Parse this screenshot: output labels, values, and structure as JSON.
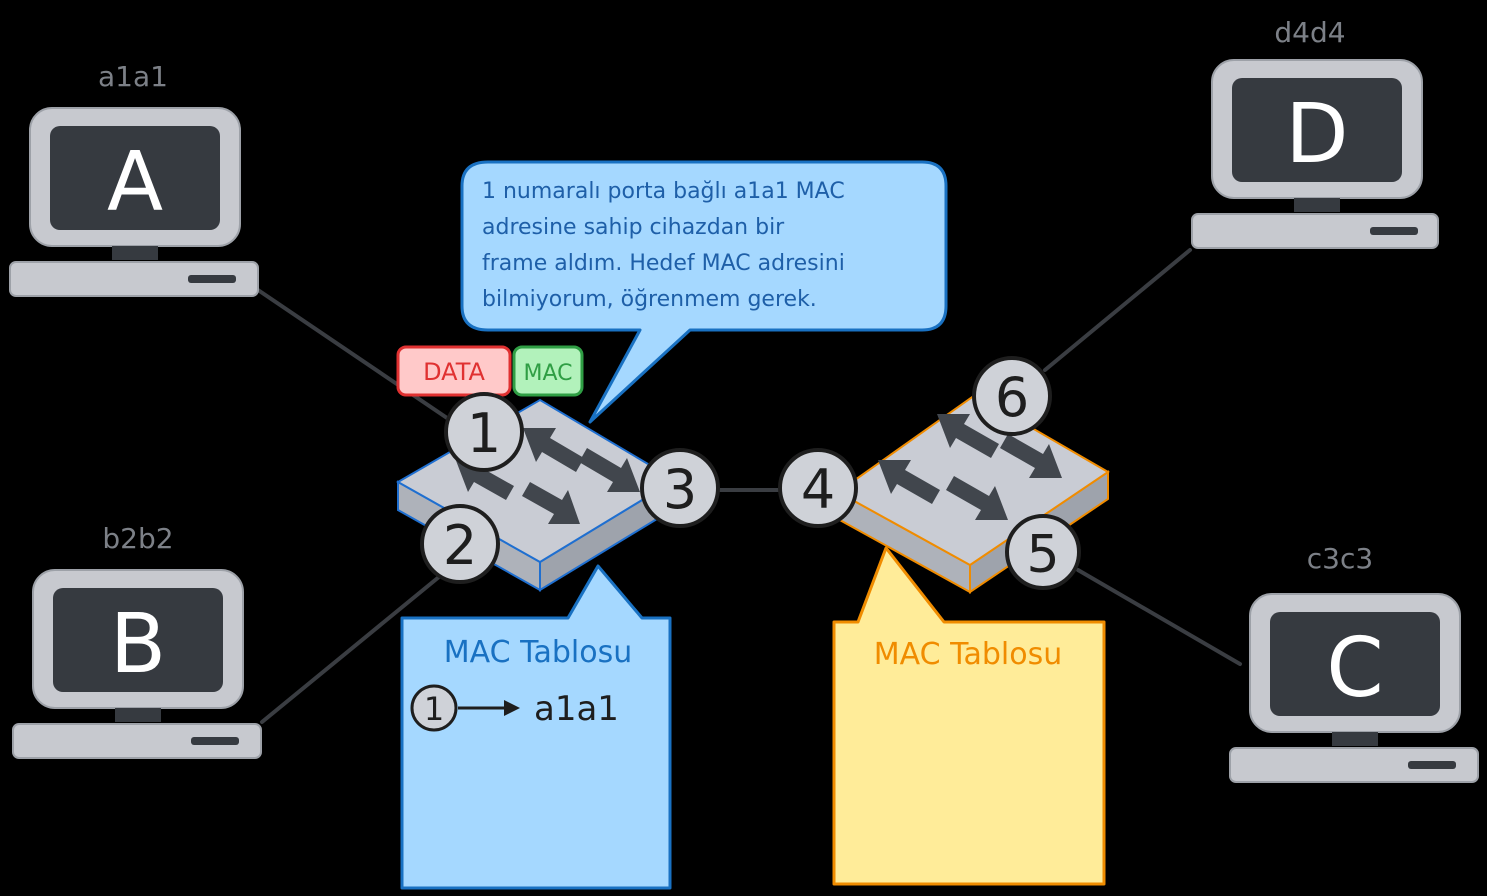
{
  "computers": [
    {
      "id": "a",
      "letter": "A",
      "mac": "a1a1"
    },
    {
      "id": "b",
      "letter": "B",
      "mac": "b2b2"
    },
    {
      "id": "c",
      "letter": "C",
      "mac": "c3c3"
    },
    {
      "id": "d",
      "letter": "D",
      "mac": "d4d4"
    }
  ],
  "ports": [
    "1",
    "2",
    "3",
    "4",
    "5",
    "6"
  ],
  "frame": {
    "data_label": "DATA",
    "mac_label": "MAC"
  },
  "speech": {
    "lines": [
      "1 numaralı porta bağlı a1a1 MAC",
      "adresine sahip cihazdan bir",
      "frame aldım. Hedef MAC adresini",
      "bilmiyorum, öğrenmem gerek."
    ]
  },
  "tables": {
    "left": {
      "title": "MAC Tablosu",
      "entries": [
        {
          "port": "1",
          "mac": "a1a1"
        }
      ]
    },
    "right": {
      "title": "MAC Tablosu",
      "entries": []
    }
  },
  "colors": {
    "background": "#000000",
    "monitor_body": "#c7c9cf",
    "monitor_screen": "#363a40",
    "wire": "#3a3d42",
    "switch_top": "#c9ccd4",
    "arrow": "#41464d",
    "left_switch_border": "#1f6fd0",
    "right_switch_border": "#f08c00",
    "bubble_fill": "#a5d8ff",
    "bubble_stroke": "#1971c2",
    "left_table_fill": "#a5d8ff",
    "right_table_fill": "#ffec99",
    "right_table_stroke": "#f08c00",
    "data_fill": "#ffc9c9",
    "data_stroke": "#e03131",
    "mac_fill": "#b2f2bb",
    "mac_stroke": "#2f9e44"
  }
}
